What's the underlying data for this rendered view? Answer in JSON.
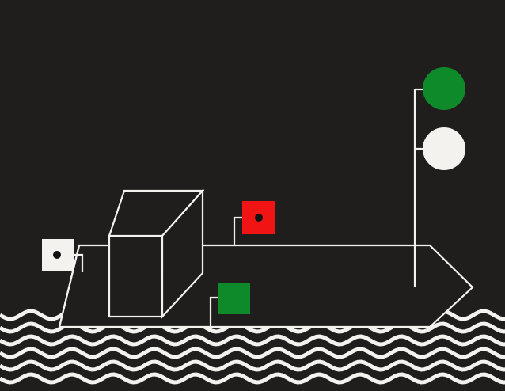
{
  "colors": {
    "background": "#1f1e1d",
    "line": "#f4f2ee",
    "light_green": "#0f8a2a",
    "light_white": "#f4f2ee",
    "light_red": "#f01414",
    "shape_green": "#0f8a2a",
    "shape_white": "#f4f2ee",
    "dot": "#111111"
  },
  "figure": {
    "masthead_lights": [
      {
        "name": "green-light",
        "color": "green",
        "shape": "circle"
      },
      {
        "name": "white-light",
        "color": "white",
        "shape": "circle"
      }
    ],
    "side_lights": [
      {
        "name": "red-light",
        "color": "red",
        "shape": "square",
        "has_center_dot": true
      },
      {
        "name": "green-light",
        "color": "green",
        "shape": "square",
        "has_center_dot": false
      },
      {
        "name": "stern-white-light",
        "color": "white",
        "shape": "square",
        "has_center_dot": true
      }
    ],
    "water_wave_rows": 6
  }
}
